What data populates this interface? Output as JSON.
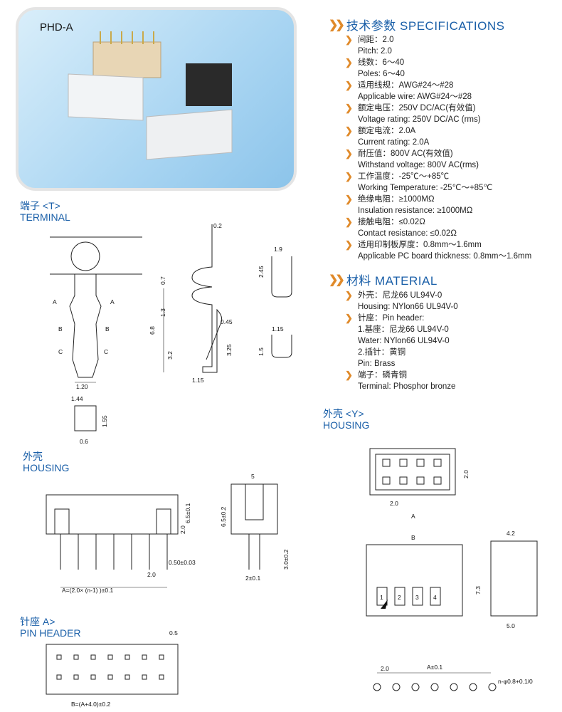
{
  "photo": {
    "label": "PHD-A"
  },
  "specs": {
    "title": "技术参数 SPECIFICATIONS",
    "items": [
      {
        "cn": "间距：2.0",
        "en": "Pitch: 2.0"
      },
      {
        "cn": "线数：6～40",
        "en": "Poles: 6～40"
      },
      {
        "cn": "适用线规：AWG#24～#28",
        "en": "Applicable wire: AWG#24～#28"
      },
      {
        "cn": "额定电压：250V DC/AC(有效值)",
        "en": "Voltage rating: 250V DC/AC (rms)"
      },
      {
        "cn": "额定电流：2.0A",
        "en": "Current rating: 2.0A"
      },
      {
        "cn": "耐压值：800V AC(有效值)",
        "en": "Withstand voltage: 800V AC(rms)"
      },
      {
        "cn": "工作温度：-25℃～+85℃",
        "en": "Working Temperature: -25℃～+85℃"
      },
      {
        "cn": "绝缘电阻：≥1000MΩ",
        "en": "Insulation resistance: ≥1000MΩ"
      },
      {
        "cn": "接触电阻：≤0.02Ω",
        "en": "Contact resistance: ≤0.02Ω"
      },
      {
        "cn": "适用印制板厚度：0.8mm～1.6mm",
        "en": "Applicable PC board thickness: 0.8mm～1.6mm"
      }
    ]
  },
  "material": {
    "title": "材料  MATERIAL",
    "lines": [
      {
        "arrow": true,
        "text": "外壳：尼龙66     UL94V-0"
      },
      {
        "arrow": false,
        "text": "Housing:  NYlon66   UL94V-0"
      },
      {
        "arrow": true,
        "text": "针座：Pin header:"
      },
      {
        "arrow": false,
        "text": "1.基座：尼龙66    UL94V-0"
      },
      {
        "arrow": false,
        "text": "Water:  NYlon66   UL94V-0"
      },
      {
        "arrow": false,
        "text": "2.插针：黄铜"
      },
      {
        "arrow": false,
        "text": "Pin:  Brass"
      },
      {
        "arrow": true,
        "text": "端子：磷青铜"
      },
      {
        "arrow": false,
        "text": "Terminal:  Phosphor bronze"
      }
    ]
  },
  "sections": {
    "terminal": {
      "cn": "端子 <T>",
      "en": "TERMINAL"
    },
    "housing_left": {
      "cn": "外壳",
      "en": "HOUSING"
    },
    "pin_header": {
      "cn": "针座 A>",
      "en": "PIN HEADER"
    },
    "housing_y": {
      "cn": "外壳 <Y>",
      "en": "HOUSING"
    }
  },
  "dims": {
    "terminal": {
      "d02": "0.2",
      "d19": "1.9",
      "d245": "2.45",
      "d07": "0.7",
      "d68": "6.8",
      "d13": "1.3",
      "d045": "0.45",
      "d32": "3.2",
      "d325": "3.25",
      "d115a": "1.15",
      "d115b": "1.15",
      "d15": "1.5",
      "d120": "1.20",
      "A": "A",
      "B": "B",
      "C": "C",
      "d144": "1.44",
      "d155": "1.55",
      "d06": "0.6"
    },
    "housing": {
      "h65": "6.5±0.1",
      "h20": "2.0",
      "p050": "0.50±0.03",
      "p20": "2.0",
      "formulaA": "A=(2.0× (n-1) )±0.1",
      "w5": "5",
      "h65b": "6.5±0.2",
      "h30": "3.0±0.2",
      "w2": "2±0.1"
    },
    "pinheader": {
      "d05": "0.5",
      "formulaB": "B=(A+4.0)±0.2"
    },
    "housingY": {
      "d20a": "2.0",
      "d20b": "2.0",
      "A": "A",
      "B": "B",
      "d42": "4.2",
      "d73": "7.3",
      "d50": "5.0",
      "pins": [
        "1",
        "2",
        "3",
        "4"
      ],
      "A01": "A±0.1",
      "p20": "2.0",
      "hole": "n-φ0.8+0.1/0"
    }
  }
}
